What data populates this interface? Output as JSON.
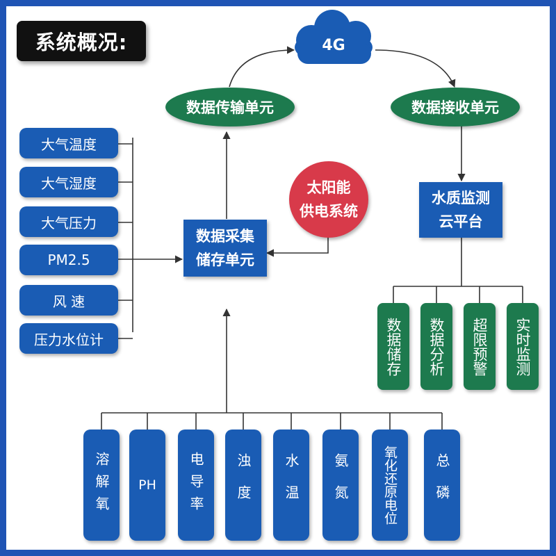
{
  "title": "系统概况:",
  "cloud": "4G",
  "transmit_unit": "数据传输单元",
  "receive_unit": "数据接收单元",
  "collect_unit": {
    "line1": "数据采集",
    "line2": "储存单元"
  },
  "solar": {
    "line1": "太阳能",
    "line2": "供电系统"
  },
  "cloud_platform": {
    "line1": "水质监测",
    "line2": "云平台"
  },
  "env_sensors": [
    "大气温度",
    "大气湿度",
    "大气压力",
    "PM2.5",
    "风 速",
    "压力水位计"
  ],
  "platform_features": [
    "数据储存",
    "数据分析",
    "超限预警",
    "实时监测"
  ],
  "water_sensors": [
    "溶解氧",
    "PH",
    "电导率",
    "浊度",
    "水温",
    "氨氮",
    "氧化还原电位",
    "总磷"
  ],
  "colors": {
    "frame": "#1f54b4",
    "blue_node": "#1a5cb4",
    "green_node": "#1d7a4e",
    "red_node": "#d83a4a",
    "title_bg": "#111111",
    "line": "#333333"
  }
}
